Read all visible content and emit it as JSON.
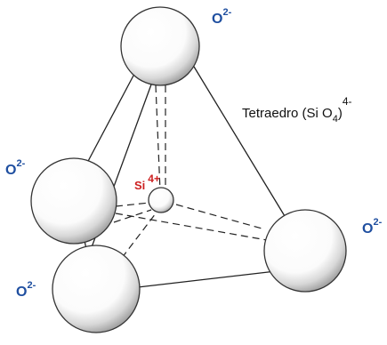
{
  "diagram": {
    "title": {
      "main": "Tetraedro (Si O",
      "subscript": "4",
      "close": ")",
      "charge": "4-"
    },
    "center_ion": {
      "symbol": "Si",
      "charge": "4+"
    },
    "oxygen_ions": [
      {
        "symbol": "O",
        "charge": "2-"
      },
      {
        "symbol": "O",
        "charge": "2-"
      },
      {
        "symbol": "O",
        "charge": "2-"
      },
      {
        "symbol": "O",
        "charge": "2-"
      }
    ],
    "colors": {
      "oxygen_label": "#1f4fa0",
      "silicon_label": "#cc1f1f",
      "line": "#222222"
    }
  }
}
